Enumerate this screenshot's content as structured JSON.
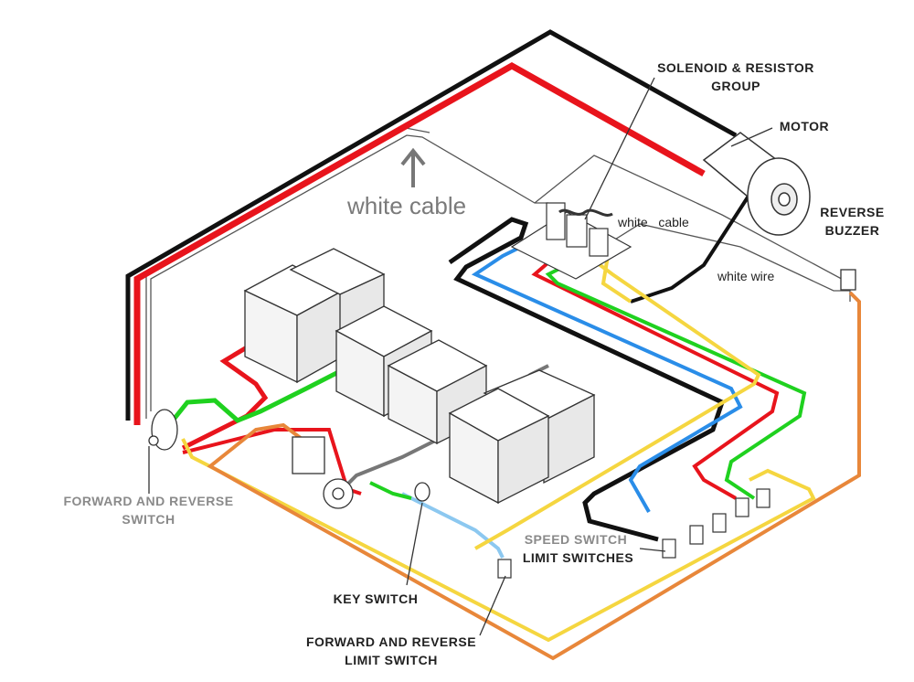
{
  "labels": {
    "solenoid_group": "SOLENOID & RESISTOR GROUP",
    "motor": "MOTOR",
    "reverse_buzzer": "REVERSE BUZZER",
    "forward_reverse_switch": "FORWARD AND REVERSE SWITCH",
    "speed_switch": "SPEED SWITCH",
    "limit_switches": "LIMIT SWITCHES",
    "key_switch": "KEY  SWITCH",
    "fr_limit_switch": "FORWARD AND REVERSE LIMIT SWITCH"
  },
  "annotations": {
    "white_cable_main": "white cable",
    "white_cable_small": "white   cable",
    "white_wire": "white wire"
  },
  "wire_colors": {
    "black": "#111111",
    "red": "#e8141c",
    "green": "#1fd11f",
    "blue": "#2a8de8",
    "light_blue": "#8cc8f0",
    "yellow": "#f5d640",
    "orange": "#e8873a",
    "grey": "#777777"
  }
}
